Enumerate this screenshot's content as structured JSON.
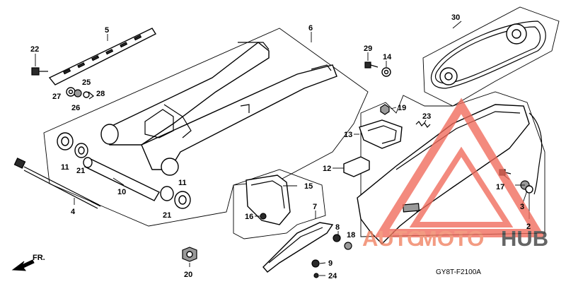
{
  "diagram_code": "GY8T-F2100A",
  "direction_label": "FR.",
  "watermark": {
    "word_a": "AUTO",
    "word_b": "MOTO",
    "word_c": "HUB",
    "color_a": "#f08060",
    "color_b": "#f08060",
    "color_c": "#3a3a3a",
    "triangle_color": "#f06a5a"
  },
  "callouts": {
    "c2": "2",
    "c3": "3",
    "c4": "4",
    "c5": "5",
    "c6": "6",
    "c7": "7",
    "c8": "8",
    "c9": "9",
    "c10": "10",
    "c11a": "11",
    "c11b": "11",
    "c12": "12",
    "c13": "13",
    "c14": "14",
    "c15": "15",
    "c16": "16",
    "c17": "17",
    "c18": "18",
    "c19": "19",
    "c20": "20",
    "c21a": "21",
    "c21b": "21",
    "c22": "22",
    "c23": "23",
    "c24": "24",
    "c25": "25",
    "c26": "26",
    "c27": "27",
    "c28": "28",
    "c29": "29",
    "c30": "30"
  }
}
